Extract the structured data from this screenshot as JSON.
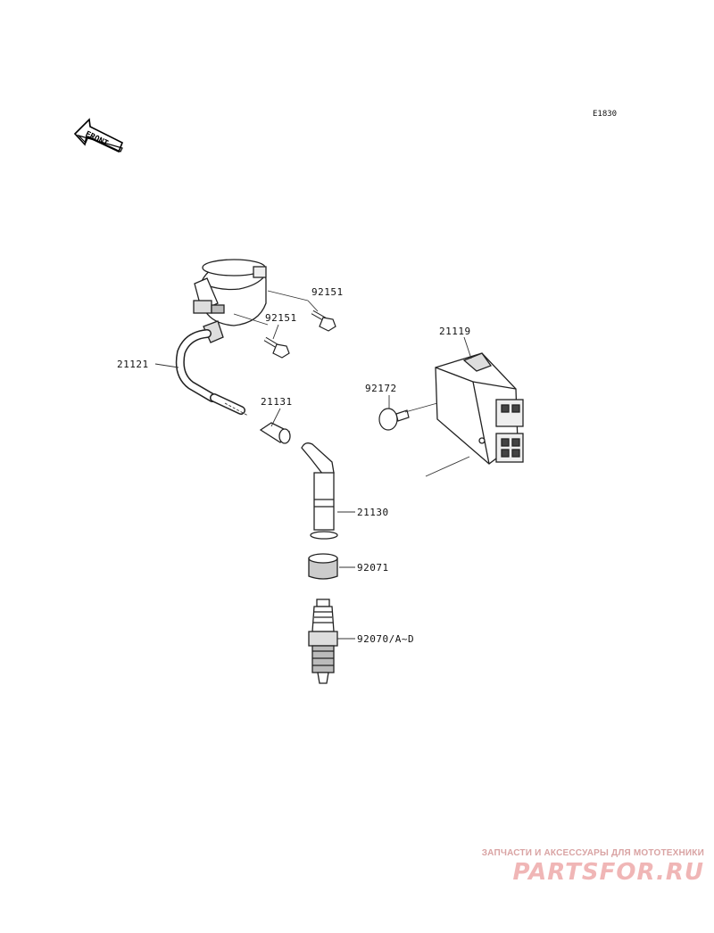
{
  "diagram_code": "E1830",
  "front_label": "FRONT",
  "parts": [
    {
      "number": "92151"
    },
    {
      "number": "92151"
    },
    {
      "number": "21121"
    },
    {
      "number": "21131"
    },
    {
      "number": "21119"
    },
    {
      "number": "92172"
    },
    {
      "number": "21130"
    },
    {
      "number": "92071"
    },
    {
      "number": "92070/A~D"
    }
  ],
  "watermark": {
    "tagline": "ЗАПЧАСТИ И АКСЕССУАРЫ ДЛЯ МОТОТЕХНИКИ",
    "logo": "PARTSFOR.RU"
  }
}
